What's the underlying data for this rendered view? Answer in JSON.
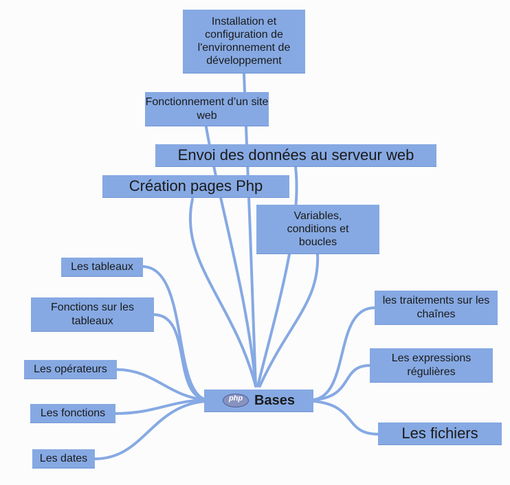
{
  "root": {
    "label": "Bases",
    "logo_text": "php",
    "logo_icon": "php-logo-icon"
  },
  "nodes": {
    "installation": "Installation et configuration de l'environnement de développement",
    "fonctionnement": "Fonctionnement d’un site web",
    "envoi": "Envoi des données au serveur web",
    "creation": "Création pages Php",
    "variables": "Variables, conditions et boucles",
    "tableaux": "Les tableaux",
    "fonctions_tableaux": "Fonctions sur les tableaux",
    "operateurs": "Les opérateurs",
    "fonctions": "Les fonctions",
    "dates": "Les dates",
    "traitements": "les traitements sur les chaînes",
    "expressions": "Les expressions régulières",
    "fichiers": "Les fichiers"
  },
  "colors": {
    "node": "#86a9e3",
    "link": "#86a9e3",
    "background": "#fcfcfc"
  }
}
